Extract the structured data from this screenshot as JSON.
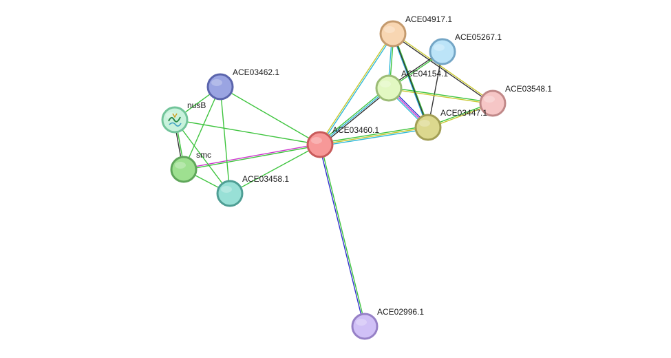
{
  "nodes": [
    {
      "id": "ACE03460.1",
      "label": "ACE03460.1",
      "fill": "#f79898",
      "stroke": "#c85a5a"
    },
    {
      "id": "ACE03462.1",
      "label": "ACE03462.1",
      "fill": "#9aa4e2",
      "stroke": "#5a64ac"
    },
    {
      "id": "nusB",
      "label": "nusB",
      "fill": "#c8f2dc",
      "stroke": "#72c49a",
      "has_structure": true
    },
    {
      "id": "smc",
      "label": "smc",
      "fill": "#9ee090",
      "stroke": "#5fa65a"
    },
    {
      "id": "ACE03458.1",
      "label": "ACE03458.1",
      "fill": "#98e0d6",
      "stroke": "#4e9e94"
    },
    {
      "id": "ACE04917.1",
      "label": "ACE04917.1",
      "fill": "#f8d6b2",
      "stroke": "#c49a6e"
    },
    {
      "id": "ACE05267.1",
      "label": "ACE05267.1",
      "fill": "#bce4f8",
      "stroke": "#74a6c6"
    },
    {
      "id": "ACE04154.1",
      "label": "ACE04154.1",
      "fill": "#e2f8c2",
      "stroke": "#9cbc76"
    },
    {
      "id": "ACE03548.1",
      "label": "ACE03548.1",
      "fill": "#f6c6c6",
      "stroke": "#c08888"
    },
    {
      "id": "ACE03447.1",
      "label": "ACE03447.1",
      "fill": "#dcd88e",
      "stroke": "#a29e54"
    },
    {
      "id": "ACE02996.1",
      "label": "ACE02996.1",
      "fill": "#d0c0f6",
      "stroke": "#9680c6"
    }
  ],
  "edges": [
    {
      "source": "ACE03460.1",
      "target": "ACE03462.1",
      "colors": [
        "#3ec43e"
      ]
    },
    {
      "source": "ACE03460.1",
      "target": "nusB",
      "colors": [
        "#3ec43e"
      ]
    },
    {
      "source": "ACE03460.1",
      "target": "smc",
      "colors": [
        "#3ec43e",
        "#cc33cc"
      ]
    },
    {
      "source": "ACE03460.1",
      "target": "ACE03458.1",
      "colors": [
        "#3ec43e"
      ]
    },
    {
      "source": "ACE03460.1",
      "target": "ACE04917.1",
      "colors": [
        "#c8c830",
        "#30b8d8"
      ]
    },
    {
      "source": "ACE03460.1",
      "target": "ACE04154.1",
      "colors": [
        "#3ec43e",
        "#30b8d8",
        "#333333"
      ]
    },
    {
      "source": "ACE03460.1",
      "target": "ACE03447.1",
      "colors": [
        "#3ec43e",
        "#c8c830",
        "#30b8d8"
      ]
    },
    {
      "source": "ACE03460.1",
      "target": "ACE02996.1",
      "colors": [
        "#3ec43e",
        "#3030cc"
      ]
    },
    {
      "source": "ACE03462.1",
      "target": "nusB",
      "colors": [
        "#3ec43e"
      ]
    },
    {
      "source": "ACE03462.1",
      "target": "smc",
      "colors": [
        "#3ec43e"
      ]
    },
    {
      "source": "ACE03462.1",
      "target": "ACE03458.1",
      "colors": [
        "#3ec43e"
      ]
    },
    {
      "source": "nusB",
      "target": "smc",
      "colors": [
        "#3ec43e",
        "#333333"
      ]
    },
    {
      "source": "nusB",
      "target": "ACE03458.1",
      "colors": [
        "#3ec43e"
      ]
    },
    {
      "source": "smc",
      "target": "ACE03458.1",
      "colors": [
        "#3ec43e"
      ]
    },
    {
      "source": "ACE04917.1",
      "target": "ACE04154.1",
      "colors": [
        "#3ec43e",
        "#30b8d8"
      ]
    },
    {
      "source": "ACE04917.1",
      "target": "ACE03447.1",
      "colors": [
        "#3ec43e",
        "#30b8d8"
      ]
    },
    {
      "source": "ACE04917.1",
      "target": "ACE03548.1",
      "colors": [
        "#c8c830",
        "#333333"
      ]
    },
    {
      "source": "ACE05267.1",
      "target": "ACE04154.1",
      "colors": [
        "#3ec43e",
        "#333333"
      ]
    },
    {
      "source": "ACE05267.1",
      "target": "ACE03447.1",
      "colors": [
        "#333333"
      ]
    },
    {
      "source": "ACE04154.1",
      "target": "ACE03548.1",
      "colors": [
        "#3ec43e",
        "#c8c830"
      ]
    },
    {
      "source": "ACE04154.1",
      "target": "ACE03447.1",
      "colors": [
        "#3030cc",
        "#cc33cc",
        "#30b8d8"
      ]
    },
    {
      "source": "ACE03447.1",
      "target": "ACE03548.1",
      "colors": [
        "#3ec43e",
        "#c8c830"
      ]
    },
    {
      "source": "ACE03447.1",
      "target": "ACE04917.1",
      "colors": [
        "#333333"
      ]
    }
  ]
}
